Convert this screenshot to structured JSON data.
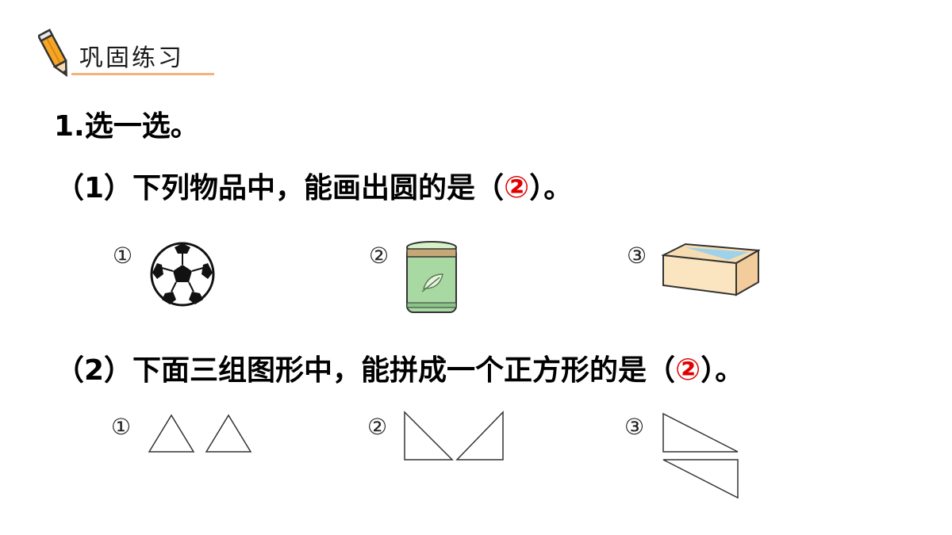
{
  "section": {
    "title": "巩固练习",
    "icon": "pencil-icon",
    "accent_color": "#f3b37a"
  },
  "question": {
    "title": "1.选一选。"
  },
  "part1": {
    "prefix": "（1）下列物品中，能画出圆的是（",
    "answer": "②",
    "suffix": "）。",
    "options": [
      {
        "label": "①",
        "icon": "soccer-ball-icon"
      },
      {
        "label": "②",
        "icon": "cylinder-can-icon"
      },
      {
        "label": "③",
        "icon": "box-icon"
      }
    ]
  },
  "part2": {
    "prefix": "（2）下面三组图形中，能拼成一个正方形的是（",
    "answer": "②",
    "suffix": "）。",
    "options": [
      {
        "label": "①",
        "icon": "two-equilateral-triangles-icon"
      },
      {
        "label": "②",
        "icon": "two-isosceles-right-triangles-icon"
      },
      {
        "label": "③",
        "icon": "two-long-right-triangles-icon"
      }
    ]
  },
  "answer_color": "#e00000"
}
